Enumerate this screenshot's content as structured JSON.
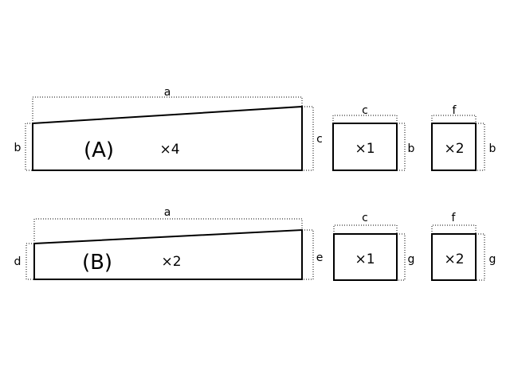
{
  "panel_a": {
    "label": "(A)",
    "main_qty": "×4",
    "dim_top": "a",
    "dim_left": "b",
    "dim_right": "c",
    "piece1": {
      "dim_top": "c",
      "dim_right": "b",
      "qty": "×1"
    },
    "piece2": {
      "dim_top": "f",
      "dim_right": "b",
      "qty": "×2"
    }
  },
  "panel_b": {
    "label": "(B)",
    "main_qty": "×2",
    "dim_top": "a",
    "dim_left": "d",
    "dim_right": "e",
    "piece1": {
      "dim_top": "c",
      "dim_right": "g",
      "qty": "×1"
    },
    "piece2": {
      "dim_top": "f",
      "dim_right": "g",
      "qty": "×2"
    }
  }
}
